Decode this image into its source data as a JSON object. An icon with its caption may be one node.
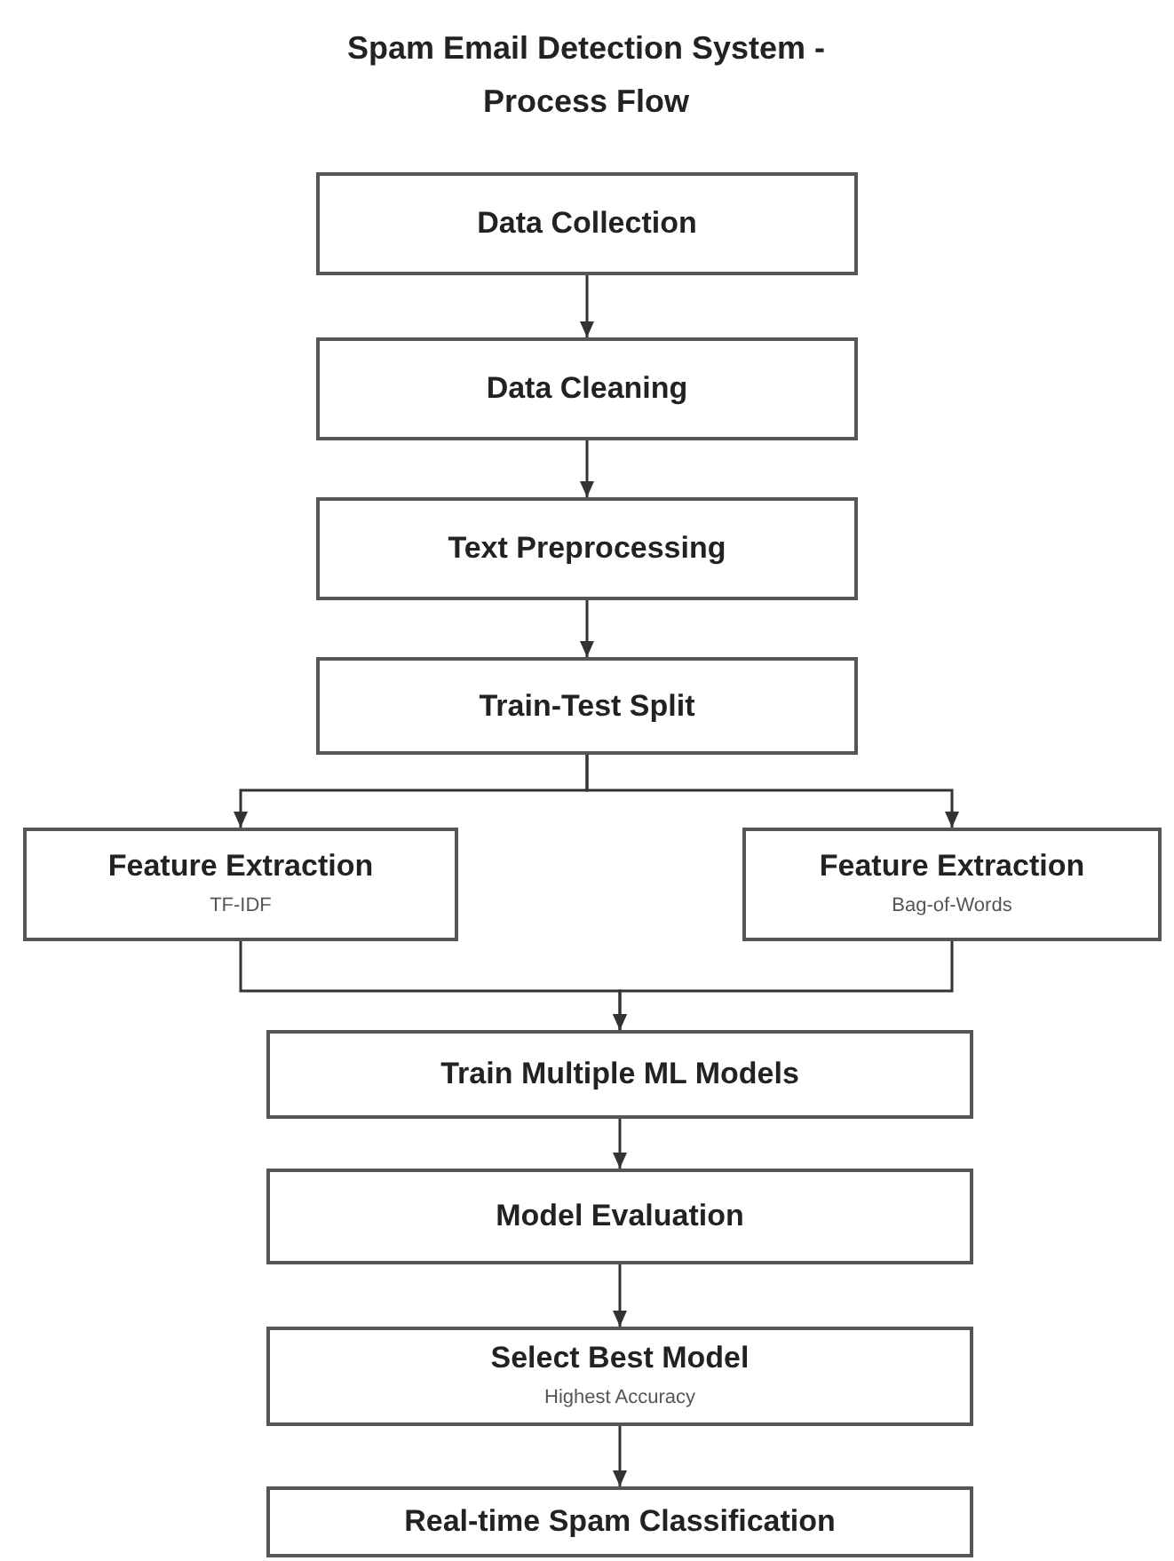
{
  "diagram": {
    "title": "Spam Email Detection System - Process Flow",
    "nodes": [
      {
        "text": [
          "Data Collection"
        ]
      },
      {
        "text": [
          "Data Cleaning"
        ]
      },
      {
        "text": [
          "Text Preprocessing"
        ]
      },
      {
        "text": [
          "Train-Test Split"
        ]
      },
      {
        "text": [
          "Feature Extraction",
          "TF-IDF"
        ]
      },
      {
        "text": [
          "Feature Extraction",
          "Bag-of-Words"
        ]
      },
      {
        "text": [
          "Train Multiple ML Models"
        ]
      },
      {
        "text": [
          "Model Evaluation"
        ]
      },
      {
        "text": [
          "Select Best Model",
          "Highest Accuracy"
        ]
      },
      {
        "text": [
          "Real-time Spam Classification"
        ]
      }
    ],
    "edges": [
      {
        "from": 0,
        "to": 1,
        "arrow": "to"
      },
      {
        "from": 1,
        "to": 2,
        "arrow": "to"
      },
      {
        "from": 2,
        "to": 3,
        "arrow": "to"
      },
      {
        "from": 3,
        "to": 4,
        "arrow": "to"
      },
      {
        "from": 3,
        "to": 5,
        "arrow": "to"
      },
      {
        "from": 4,
        "to": 6,
        "arrow": "to"
      },
      {
        "from": 5,
        "to": 6,
        "arrow": "to"
      },
      {
        "from": 6,
        "to": 7,
        "arrow": "to"
      },
      {
        "from": 7,
        "to": 8,
        "arrow": "to"
      },
      {
        "from": 8,
        "to": 9,
        "arrow": "to"
      }
    ]
  }
}
